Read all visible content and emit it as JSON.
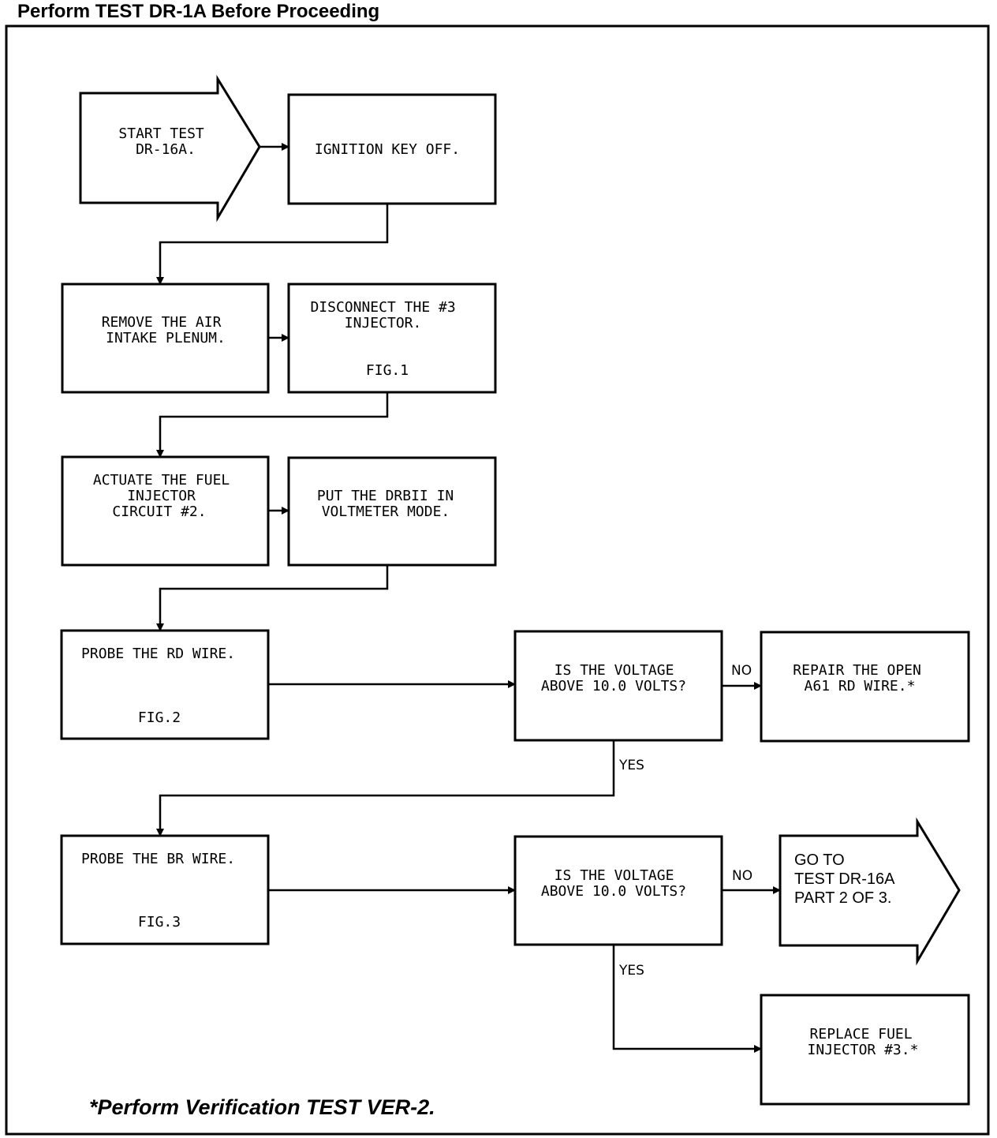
{
  "header": "Perform TEST DR-1A Before Proceeding",
  "footnote": "*Perform Verification TEST VER-2.",
  "steps": {
    "start": [
      "START TEST",
      "DR-16A."
    ],
    "ignition": [
      "IGNITION KEY OFF."
    ],
    "remove_plenum": [
      "REMOVE THE AIR",
      "INTAKE PLENUM."
    ],
    "disconnect": [
      "DISCONNECT THE #3",
      "INJECTOR."
    ],
    "disconnect_fig": "FIG.1",
    "actuate": [
      "ACTUATE THE FUEL",
      "INJECTOR",
      "CIRCUIT #2."
    ],
    "voltmeter": [
      "PUT THE DRBII IN",
      "VOLTMETER MODE."
    ],
    "probe_rd": [
      "PROBE THE RD WIRE."
    ],
    "probe_rd_fig": "FIG.2",
    "question1": [
      "IS THE VOLTAGE",
      "ABOVE 10.0 VOLTS?"
    ],
    "repair": [
      "REPAIR THE OPEN",
      "A61 RD WIRE.*"
    ],
    "probe_br": [
      "PROBE THE BR WIRE."
    ],
    "probe_br_fig": "FIG.3",
    "question2": [
      "IS THE VOLTAGE",
      "ABOVE 10.0 VOLTS?"
    ],
    "goto": [
      "GO TO",
      "TEST DR-16A",
      "PART 2 OF 3."
    ],
    "replace": [
      "REPLACE FUEL",
      "INJECTOR #3.*"
    ]
  },
  "labels": {
    "no1": "NO",
    "yes1": "YES",
    "no2": "NO",
    "yes2": "YES"
  }
}
